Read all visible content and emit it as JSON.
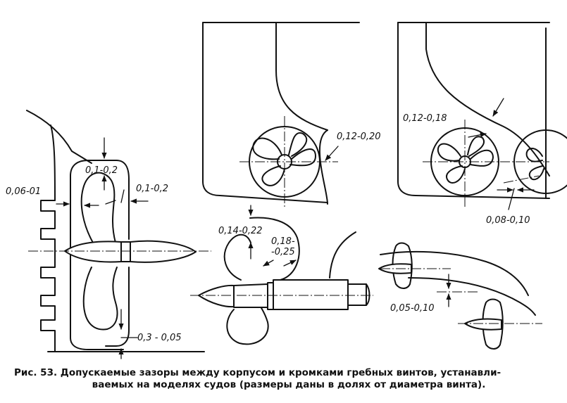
{
  "labels": {
    "fig1_top": "0,1-0,2",
    "fig1_left": "0,06-01",
    "fig1_right": "0,1-0,2",
    "fig1_bottom": "0,3 - 0,05",
    "fig2_gap": "0,12-0,20",
    "fig3_gap": "0,12-0,18",
    "fig3_bottom": "0,08-0,10",
    "fig4_top": "0,14-0,22",
    "fig4_right_a": "0,18-",
    "fig4_right_b": "-0,25",
    "fig5_gap": "0,05-0,10"
  },
  "caption": {
    "line1": "Рис. 53. Допускаемые зазоры между корпусом и кромками гребных винтов, устанавли-",
    "line2": "ваемых на моделях судов (размеры даны в долях от диаметра винта)."
  }
}
